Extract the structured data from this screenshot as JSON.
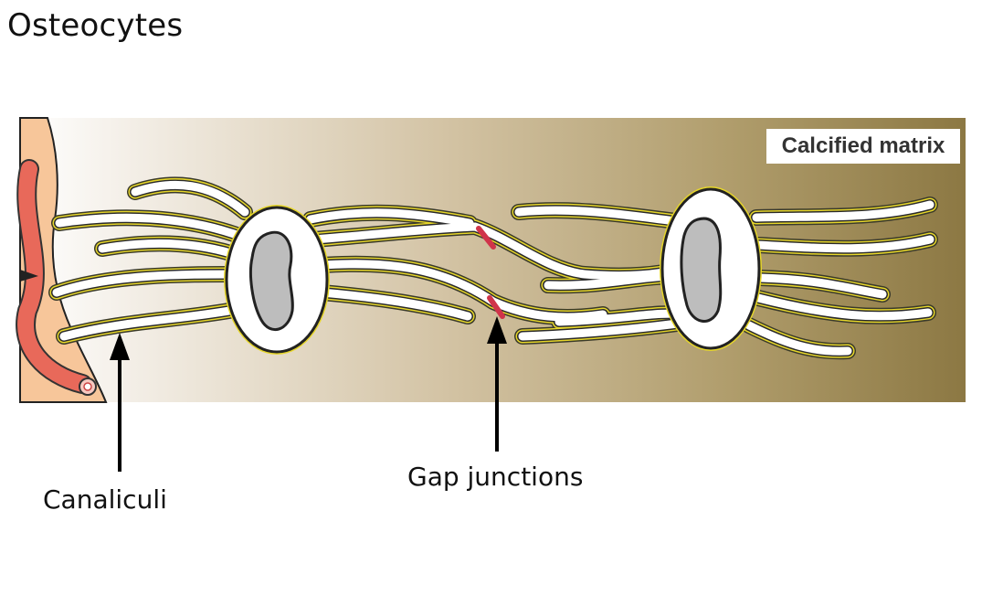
{
  "title": "Osteocytes",
  "diagram": {
    "matrix_label": "Calcified matrix",
    "labels": {
      "canaliculi": "Canaliculi",
      "gap_junctions": "Gap junctions"
    },
    "colors": {
      "matrix_light": "#f6f3ee",
      "matrix_dark": "#8e7b47",
      "blood_vessel": "#e8695a",
      "vessel_tissue": "#f7c79a",
      "canaliculi_outline": "#e0cf2a",
      "nucleus": "#bcbcbc",
      "gap_junction": "#d0344a"
    },
    "icons": [
      "blood-vessel",
      "osteocyte",
      "nucleus",
      "canaliculus",
      "gap-junction",
      "arrow"
    ]
  }
}
